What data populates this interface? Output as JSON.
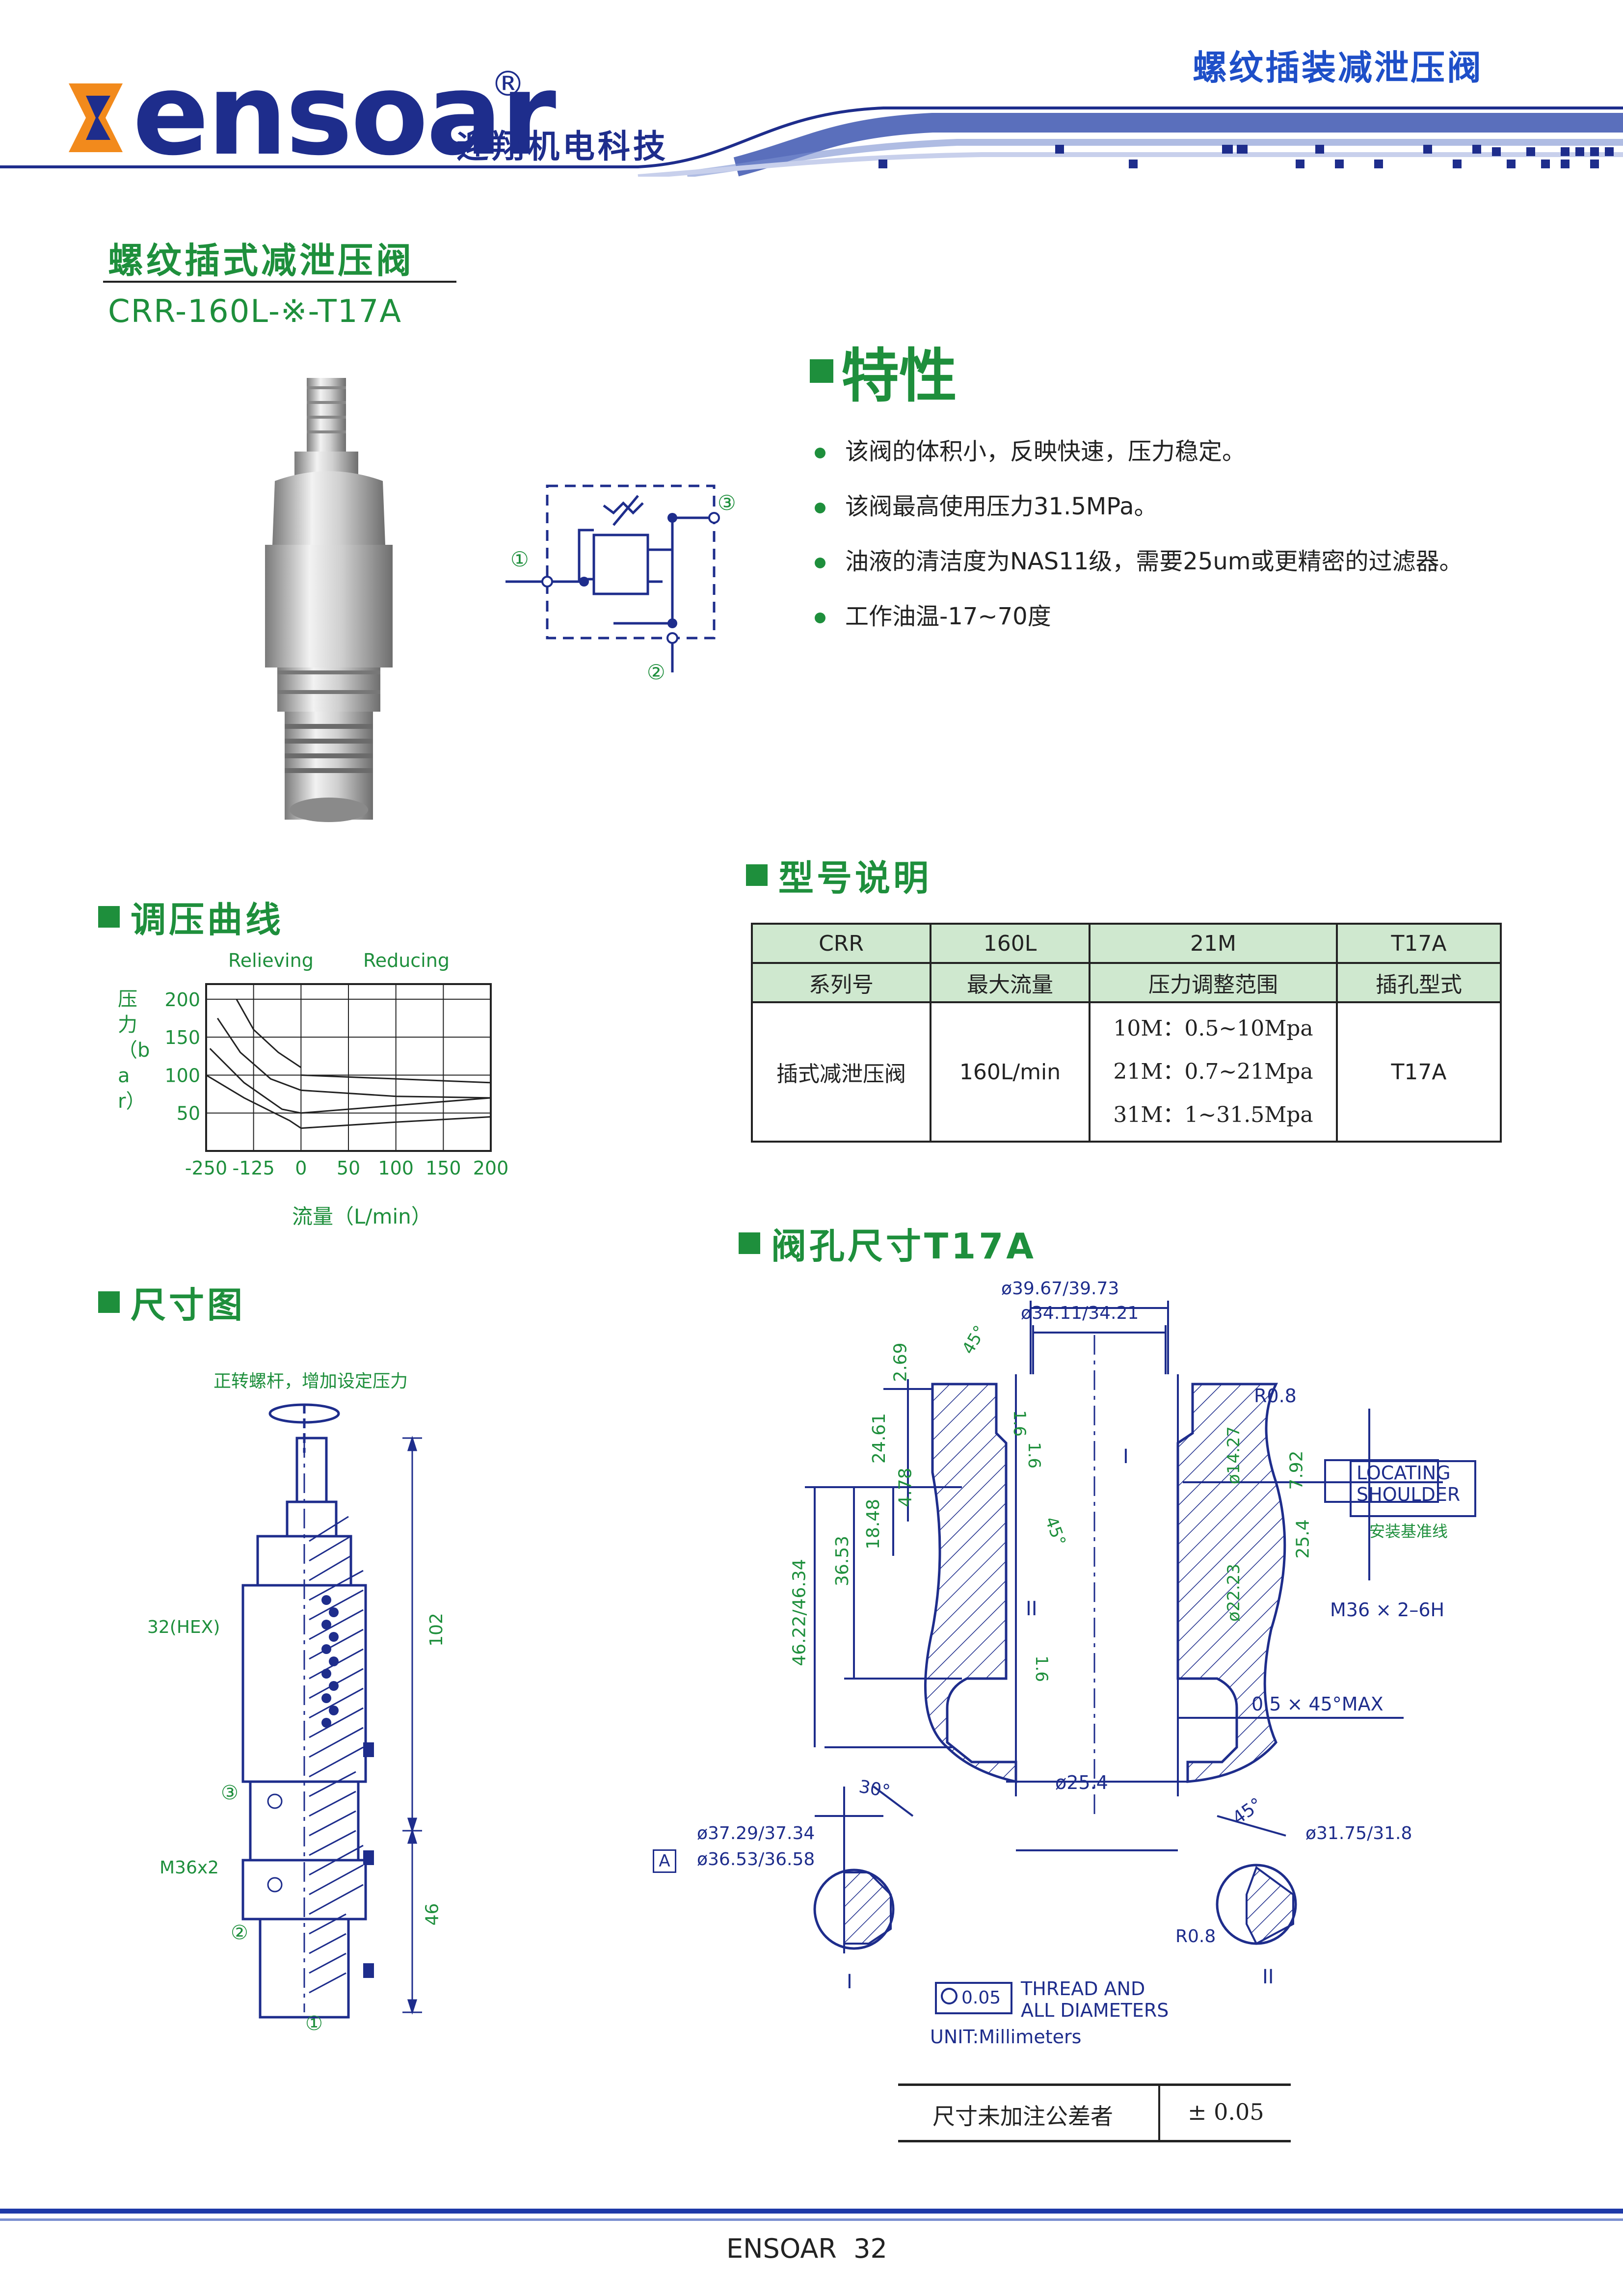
{
  "header": {
    "brand": "ensoar",
    "registered": "®",
    "company": "迎翔机电科技",
    "category": "螺纹插装减泄压阀",
    "colors": {
      "brand_blue": "#1e2d8c",
      "accent_orange": "#f28a1c",
      "green": "#1e8f3c"
    }
  },
  "product": {
    "title": "螺纹插式减泄压阀",
    "model": "CRR-160L-※-T17A"
  },
  "symbol": {
    "port1": "①",
    "port2": "②",
    "port3": "③"
  },
  "features": {
    "title": "特性",
    "items": [
      "该阀的体积小，反映快速，压力稳定。",
      "该阀最高使用压力31.5MPa。",
      "油液的清洁度为NAS11级，需要25um或更精密的过滤器。",
      "工作油温-17~70度"
    ]
  },
  "model_table": {
    "title": "型号说明",
    "codes": [
      "CRR",
      "160L",
      "21M",
      "T17A"
    ],
    "labels": [
      "系列号",
      "最大流量",
      "压力调整范围",
      "插孔型式"
    ],
    "values": {
      "name": "插式减泄压阀",
      "flow": "160L/min",
      "ranges": [
        "10M：0.5~10Mpa",
        "21M：0.7~21Mpa",
        "31M：1~31.5Mpa"
      ],
      "cavity": "T17A"
    }
  },
  "curve": {
    "title": "调压曲线",
    "chart_data": {
      "type": "line",
      "title": "",
      "region_labels": [
        "Relieving",
        "Reducing"
      ],
      "ylabel": "压力（bar）",
      "xlabel": "流量（L/min）",
      "x_ticks": [
        "-250",
        "-125",
        "0",
        "50",
        "100",
        "150",
        "200"
      ],
      "y_ticks": [
        "200",
        "150",
        "100",
        "50"
      ],
      "xlim": [
        -250,
        200
      ],
      "ylim": [
        0,
        220
      ],
      "grid": true,
      "series": [
        {
          "x": [
            -170,
            -125,
            -60,
            0
          ],
          "y": [
            200,
            160,
            130,
            110
          ]
        },
        {
          "x": [
            -220,
            -160,
            -80,
            0,
            100,
            200
          ],
          "y": [
            175,
            130,
            95,
            80,
            72,
            70
          ]
        },
        {
          "x": [
            -240,
            -150,
            -50,
            0,
            100,
            200
          ],
          "y": [
            135,
            90,
            55,
            50,
            60,
            70
          ]
        },
        {
          "x": [
            -250,
            -150,
            -30,
            0
          ],
          "y": [
            100,
            70,
            40,
            30
          ]
        },
        {
          "x": [
            0,
            100,
            200
          ],
          "y": [
            100,
            95,
            90
          ]
        },
        {
          "x": [
            0,
            100,
            200
          ],
          "y": [
            30,
            38,
            45
          ]
        }
      ]
    }
  },
  "dimension_drawing": {
    "title": "尺寸图",
    "note": "正转螺杆，增加设定压力",
    "hex": "32(HEX)",
    "thread": "M36x2",
    "dim_102": "102",
    "dim_46": "46",
    "port1": "①",
    "port2": "②",
    "port3": "③"
  },
  "cavity": {
    "title": "阀孔尺寸T17A",
    "d1": "ø39.67/39.73",
    "d2": "ø34.11/34.21",
    "dim_269": "2.69",
    "dim_2461": "24.61",
    "dim_478": "4.78",
    "dim_1848": "18.48",
    "dim_3653": "36.53",
    "dim_4622": "46.22/46.34",
    "angle45": "45°",
    "f16": "1.6",
    "r08": "R0.8",
    "d1427": "ø14.27",
    "d792": "7.92",
    "locating": "LOCATING",
    "shoulder": "SHOULDER",
    "locating_cn": "安装基准线",
    "d254v": "25.4",
    "d2223": "ø22.23",
    "thread": "M36 × 2–6H",
    "chamfer": "0.5 × 45°MAX",
    "d254": "ø25.4",
    "roman1": "I",
    "roman2": "II",
    "detail_a1": "ø37.29/37.34",
    "detail_a2": "ø36.53/36.58",
    "datum": "A",
    "angle30": "30°",
    "detail_b": "ø31.75/31.8",
    "conc": "0.05",
    "thread_note1": "THREAD AND",
    "thread_note2": "ALL DIAMETERS",
    "unit": "UNIT:Millimeters"
  },
  "tolerance": {
    "label": "尺寸未加注公差者",
    "value": "± 0.05"
  },
  "footer": {
    "text": "ENSOAR  32"
  }
}
